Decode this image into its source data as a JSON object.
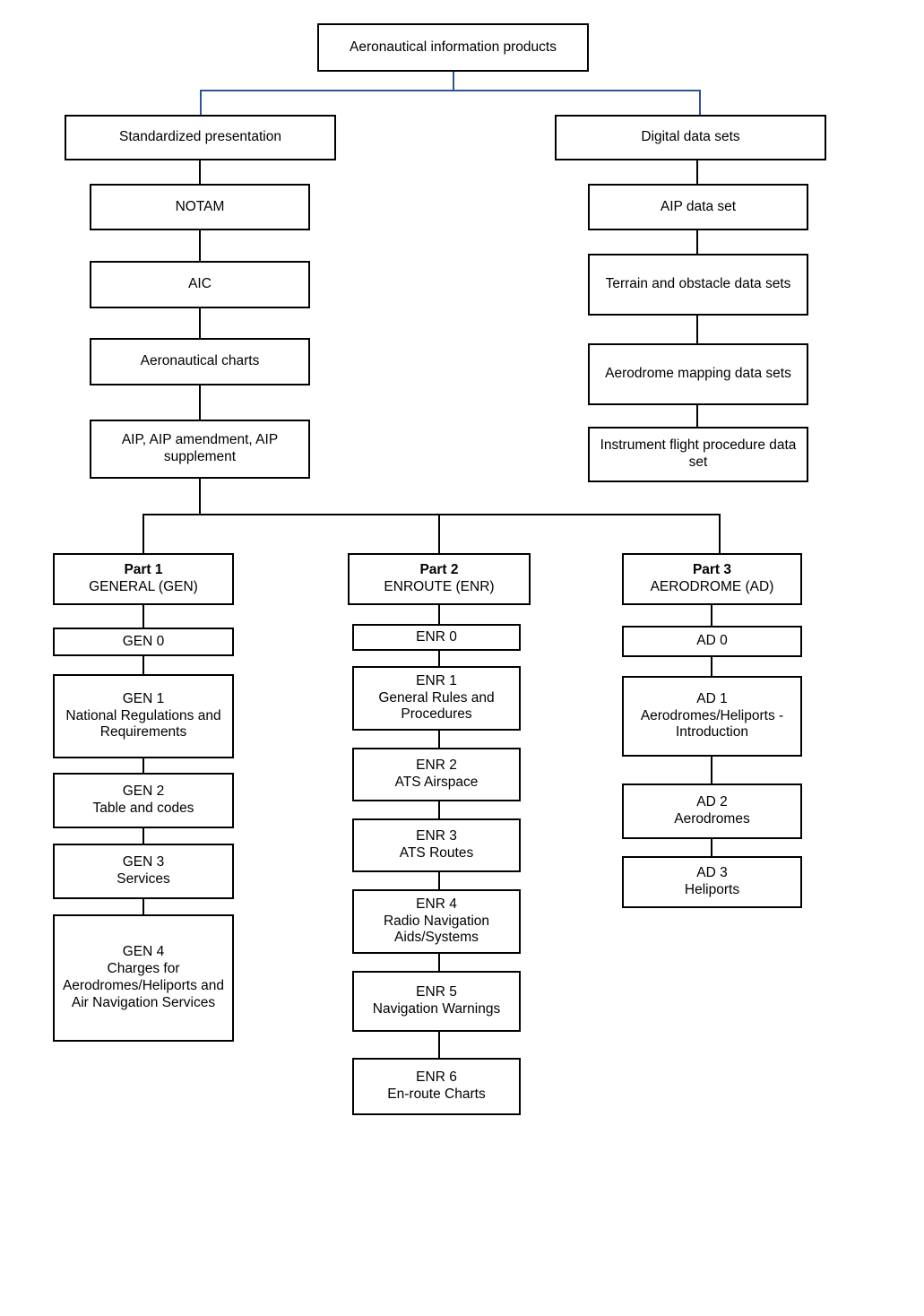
{
  "diagram": {
    "title": "Aeronautical information products",
    "type": "organizational-tree",
    "root": {
      "label": "Aeronautical information products"
    },
    "branches": [
      {
        "key": "standardized-presentation",
        "label": "Standardized presentation",
        "children": [
          {
            "label": "NOTAM"
          },
          {
            "label": "AIC"
          },
          {
            "label": "Aeronautical charts"
          },
          {
            "label": "AIP, AIP amendment, AIP supplement"
          }
        ]
      },
      {
        "key": "digital-data-sets",
        "label": "Digital data sets",
        "children": [
          {
            "label": "AIP data set"
          },
          {
            "label": "Terrain and obstacle data sets"
          },
          {
            "label": "Aerodrome mapping data sets"
          },
          {
            "label": "Instrument flight procedure data set"
          }
        ]
      }
    ],
    "parts": [
      {
        "key": "part-1",
        "part": "Part 1",
        "name": "GENERAL (GEN)",
        "sections": [
          {
            "code": "GEN 0",
            "title": ""
          },
          {
            "code": "GEN 1",
            "title": "National Regulations and Requirements"
          },
          {
            "code": "GEN 2",
            "title": "Table and codes"
          },
          {
            "code": "GEN 3",
            "title": "Services"
          },
          {
            "code": "GEN 4",
            "title": "Charges for Aerodromes/Heliports and Air Navigation Services"
          }
        ]
      },
      {
        "key": "part-2",
        "part": "Part 2",
        "name": "ENROUTE (ENR)",
        "sections": [
          {
            "code": "ENR 0",
            "title": ""
          },
          {
            "code": "ENR 1",
            "title": "General Rules and Procedures"
          },
          {
            "code": "ENR 2",
            "title": "ATS Airspace"
          },
          {
            "code": "ENR 3",
            "title": "ATS Routes"
          },
          {
            "code": "ENR 4",
            "title": "Radio Navigation Aids/Systems"
          },
          {
            "code": "ENR 5",
            "title": "Navigation Warnings"
          },
          {
            "code": "ENR 6",
            "title": "En-route Charts"
          }
        ]
      },
      {
        "key": "part-3",
        "part": "Part 3",
        "name": "AERODROME (AD)",
        "sections": [
          {
            "code": "AD 0",
            "title": ""
          },
          {
            "code": "AD 1",
            "title": "Aerodromes/Heliports - Introduction"
          },
          {
            "code": "AD 2",
            "title": "Aerodromes"
          },
          {
            "code": "AD 3",
            "title": "Heliports"
          }
        ]
      }
    ],
    "colors": {
      "box_border": "#000000",
      "box_fill": "#ffffff",
      "connector_black": "#000000",
      "connector_blue": "#2f5597",
      "text": "#000000"
    }
  }
}
